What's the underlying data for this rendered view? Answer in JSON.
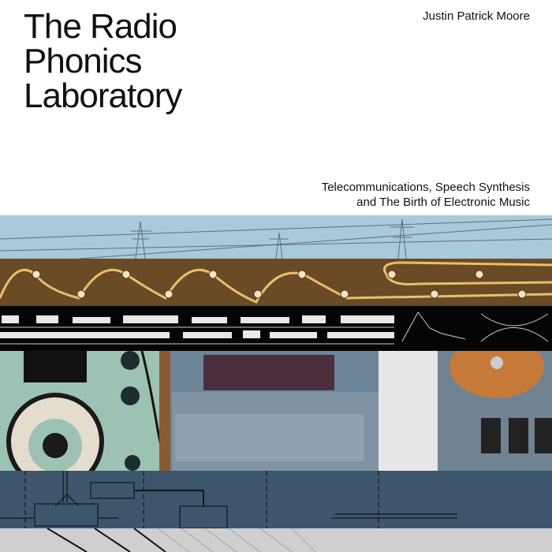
{
  "cover": {
    "title_lines": [
      "The Radio",
      "Phonics",
      "Laboratory"
    ],
    "author": "Justin Patrick Moore",
    "subtitle_lines": [
      "Telecommunications, Speech Synthesis",
      "and The Birth of Electronic Music"
    ]
  },
  "colors": {
    "sky": "#a9cadb",
    "pcb": "#6b4a26",
    "trace": "#e7c16a",
    "notation_bg": "#050505",
    "equipment_green": "#9cc2b4",
    "equipment_blue": "#6d8598",
    "diagram_blue": "#3d566c",
    "bottom_gray": "#cfcfcf"
  }
}
